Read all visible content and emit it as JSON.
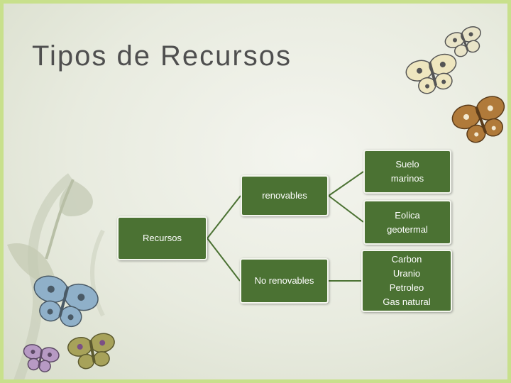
{
  "slide": {
    "title": "Tipos de Recursos"
  },
  "diagram": {
    "root": {
      "label": "Recursos"
    },
    "renewables": {
      "label": "renovables",
      "examples": [
        {
          "lines": [
            "Suelo",
            "marinos"
          ]
        },
        {
          "lines": [
            "Eolica",
            "geotermal"
          ]
        }
      ]
    },
    "non_renewables": {
      "label": "No renovables",
      "examples": [
        {
          "lines": [
            "Carbon",
            "Uranio",
            "Petroleo",
            "Gas natural"
          ]
        }
      ]
    }
  },
  "colors": {
    "node_fill": "#4b7233",
    "node_border": "#f4f6ee",
    "connector": "#4b7233",
    "slide_border": "#c8e08c",
    "title_text": "#4f4f4f"
  }
}
